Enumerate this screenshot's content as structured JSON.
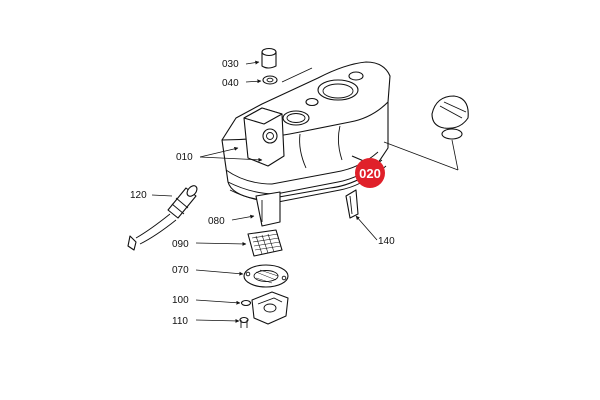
{
  "diagram": {
    "callouts": {
      "c030": "030",
      "c040": "040",
      "c010": "010",
      "c120": "120",
      "c080": "080",
      "c090": "090",
      "c070": "070",
      "c100": "100",
      "c110": "110",
      "c140": "140"
    },
    "highlight": {
      "label": "020",
      "color": "#e0202a"
    }
  }
}
